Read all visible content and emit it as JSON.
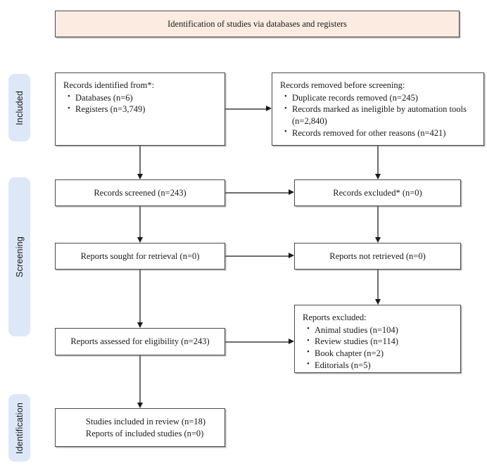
{
  "diagram": {
    "type": "prisma-flow-diagram",
    "colors": {
      "header_fill": "#fcebe0",
      "stage_pill_fill": "#dce8f7",
      "box_border": "#4a4a4a",
      "connector": "#6d6d6d",
      "background": "#ffffff"
    },
    "header": {
      "title": "Identification of studies via databases and registers"
    },
    "stages": [
      {
        "label": "Included"
      },
      {
        "label": "Screening"
      },
      {
        "label": "Identification"
      }
    ],
    "nodes": {
      "identified": {
        "title": "Records identified from*:",
        "items": [
          "Databases (n=6)",
          "Registers (n=3,749)"
        ]
      },
      "removed": {
        "title": "Records removed before screening:",
        "items": [
          "Duplicate records removed (n=245)",
          "Records marked as ineligible by automation tools (n=2,840)",
          "Records removed for other reasons (n=421)"
        ]
      },
      "screened": {
        "title": "Records screened (n=243)"
      },
      "records_excluded": {
        "title": "Records excluded* (n=0)"
      },
      "sought": {
        "title": "Reports sought for retrieval (n=0)"
      },
      "not_retrieved": {
        "title": "Reports not retrieved (n=0)"
      },
      "assessed": {
        "title": "Reports assessed for eligibility (n=243)"
      },
      "reports_excluded": {
        "title": "Reports excluded:",
        "items": [
          "Animal studies (n=104)",
          "Review studies (n=114)",
          "Book chapter (n=2)",
          "Editorials (n=5)"
        ]
      },
      "included": {
        "line1": "Studies included in review (n=18)",
        "line2": "Reports of included studies (n=0)"
      }
    }
  }
}
